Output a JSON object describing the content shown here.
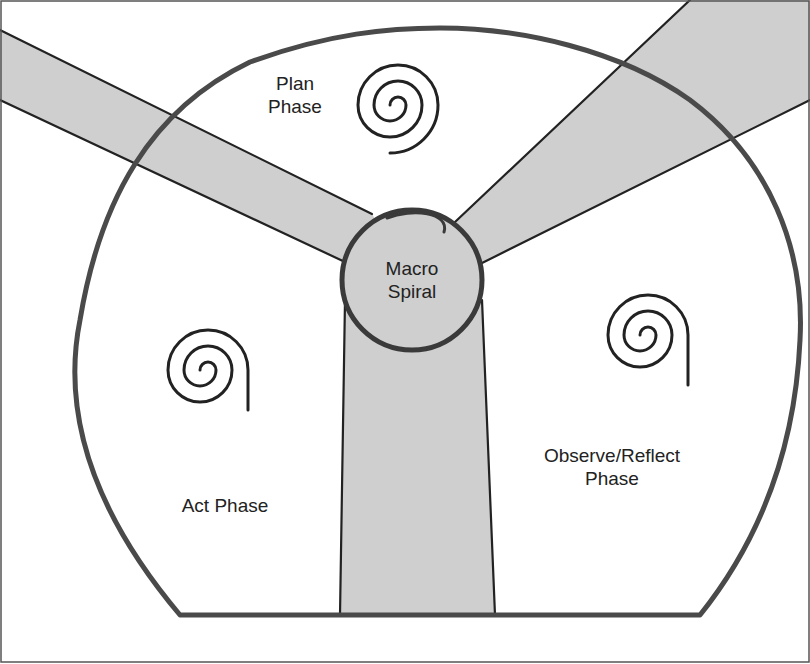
{
  "diagram": {
    "nodes": [
      {
        "text": [
          "Macro Spiral"
        ]
      }
    ],
    "labels": [
      "Plan Phase",
      "Act Phase",
      "Observe/Reflect Phase"
    ]
  }
}
